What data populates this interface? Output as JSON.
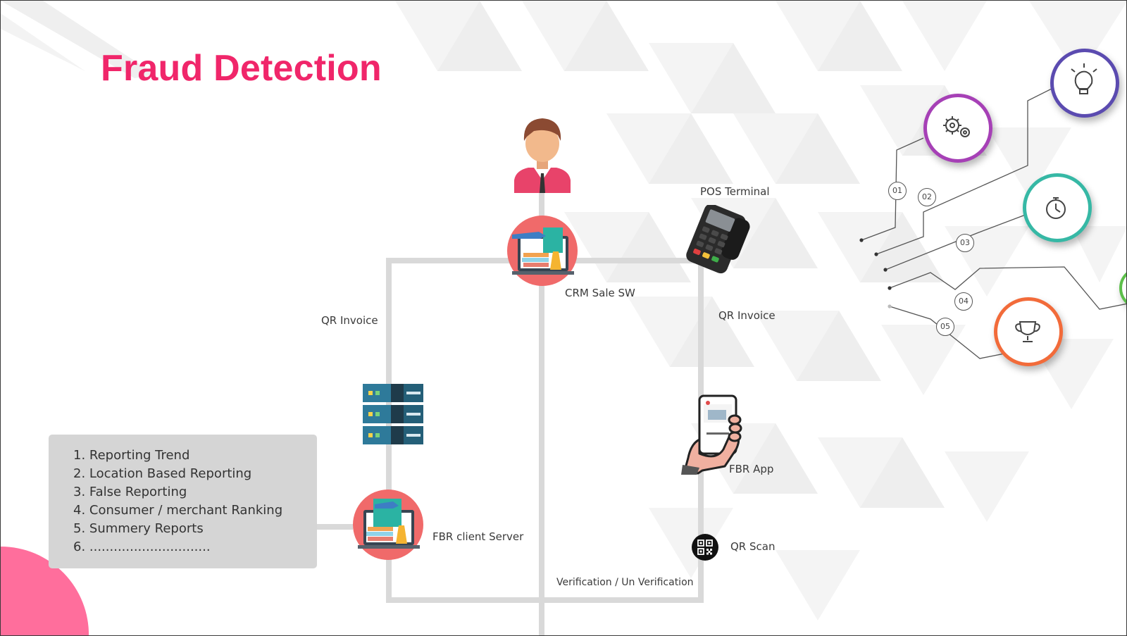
{
  "title": "Fraud Detection",
  "labels": {
    "pos_terminal": "POS Terminal",
    "crm_sale_sw": "CRM Sale SW",
    "qr_invoice_left": "QR Invoice",
    "qr_invoice_right": "QR Invoice",
    "fbr_app": "FBR App",
    "fbr_client_server": "FBR client Server",
    "qr_scan": "QR Scan",
    "verification": "Verification / Un Verification"
  },
  "legend_items": [
    "1. Reporting Trend",
    "2. Location Based Reporting",
    "3. False Reporting",
    "4. Consumer / merchant Ranking",
    "5. Summery Reports",
    "6. .............................."
  ],
  "steps": [
    "01",
    "02",
    "03",
    "04",
    "05"
  ],
  "colors": {
    "title": "#f0266a",
    "connector": "#d9d9d9",
    "legend_bg": "#d5d5d5",
    "accent_pink": "#ff6e9c",
    "icon_red": "#f06a6a"
  },
  "icons": {
    "user": "user-icon",
    "crm_workstation": "laptop-workstation-icon",
    "pos": "pos-terminal-icon",
    "database": "server-stack-icon",
    "fbr_server": "laptop-workstation-icon",
    "fbr_app": "phone-in-hand-icon",
    "qr": "qr-code-icon",
    "step_icons": [
      "gears-icon",
      "lightbulb-icon",
      "stopwatch-icon",
      "trophy-icon"
    ]
  }
}
